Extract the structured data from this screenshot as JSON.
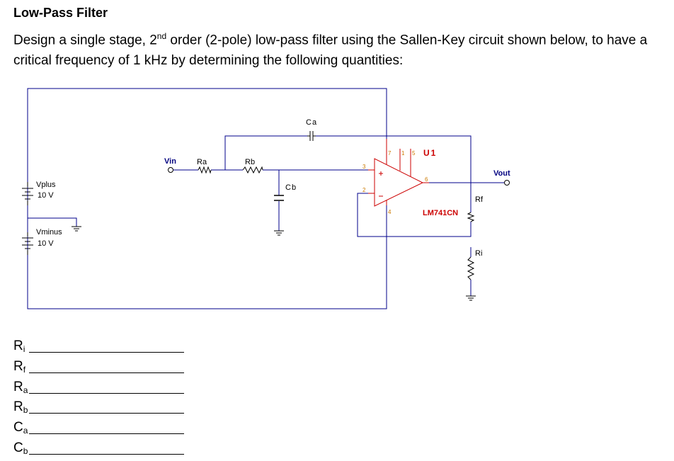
{
  "header": {
    "title": "Low-Pass Filter",
    "intro_before": "Design a single stage, 2",
    "intro_sup": "nd",
    "intro_after": " order (2-pole) low-pass filter using the Sallen-Key circuit shown below, to have a critical frequency of 1 kHz by determining the following quantities:"
  },
  "circuit": {
    "labels": {
      "ca": "Ca",
      "cb": "Cb",
      "vin": "Vin",
      "ra": "Ra",
      "rb": "Rb",
      "u1": "U1",
      "vout": "Vout",
      "vplus": "Vplus",
      "vplus_value": "10 V",
      "vminus": "Vminus",
      "vminus_value": "10 V",
      "rf": "Rf",
      "ri": "Ri",
      "opamp_model": "LM741CN"
    },
    "pins": {
      "p7": "7",
      "p1": "1",
      "p5": "5",
      "p3": "3",
      "p2": "2",
      "p6": "6",
      "p4": "4"
    },
    "colors": {
      "wire": "#00008b",
      "component": "#000000",
      "opamp": "#cc0000"
    }
  },
  "answers": [
    {
      "base": "R",
      "sub": "i"
    },
    {
      "base": "R",
      "sub": "f"
    },
    {
      "base": "R",
      "sub": "a"
    },
    {
      "base": "R",
      "sub": "b"
    },
    {
      "base": "C",
      "sub": "a"
    },
    {
      "base": "C",
      "sub": "b"
    }
  ]
}
